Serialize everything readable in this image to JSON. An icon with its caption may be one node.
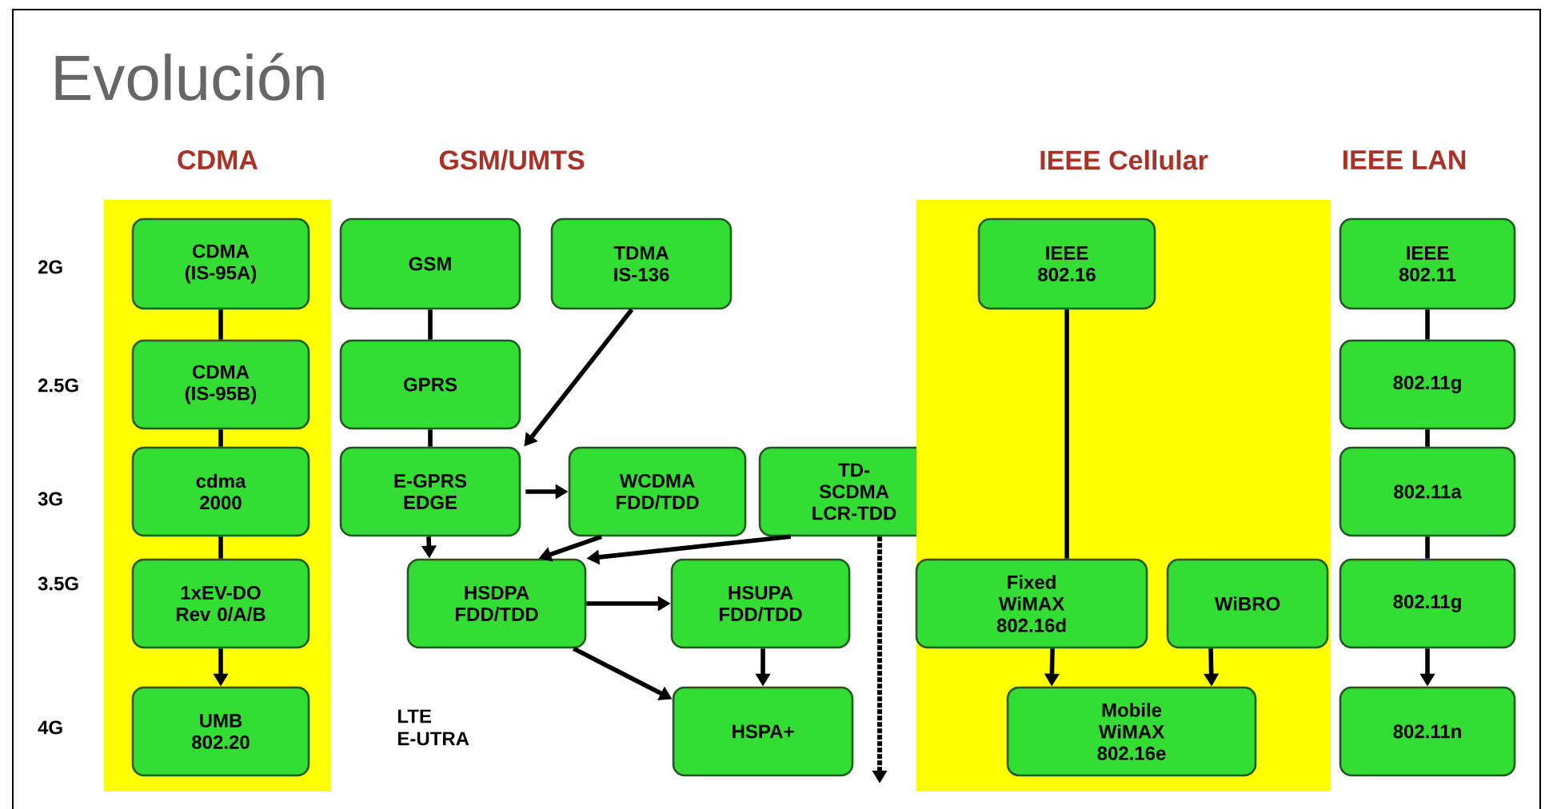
{
  "diagram": {
    "title": "Evolución",
    "nodes": [
      {
        "text": [
          "CDMA"
        ]
      },
      {
        "text": [
          "CDMA (IS-95A)"
        ],
        "in": 0
      },
      {
        "text": [
          "CDMA (IS-95B)"
        ],
        "in": 0
      },
      {
        "text": [
          "cdma 2000"
        ],
        "in": 0
      },
      {
        "text": [
          "1xEV-DO Rev 0/A/B"
        ],
        "in": 0
      },
      {
        "text": [
          "UMB 802.20"
        ],
        "in": 0
      },
      {
        "text": [
          "GSM"
        ]
      },
      {
        "text": [
          "TDMA IS-136"
        ]
      },
      {
        "text": [
          "GPRS"
        ]
      },
      {
        "text": [
          "E-GPRS EDGE"
        ]
      },
      {
        "text": [
          "WCDMA FDD/TDD"
        ]
      },
      {
        "text": [
          "TD-SCDMA LCR-TDD"
        ]
      },
      {
        "text": [
          "HSDPA FDD/TDD"
        ]
      },
      {
        "text": [
          "HSUPA FDD/TDD"
        ]
      },
      {
        "text": [
          "HSPA+"
        ]
      },
      {
        "text": [
          "IEEE Cellular"
        ]
      },
      {
        "text": [
          "IEEE 802.16"
        ],
        "in": 15
      },
      {
        "text": [
          "Fixed WiMAX 802.16d"
        ],
        "in": 15
      },
      {
        "text": [
          "WiBRO"
        ],
        "in": 15
      },
      {
        "text": [
          "Mobile WiMAX 802.16e"
        ],
        "in": 15
      },
      {
        "text": [
          "IEEE 802.11"
        ]
      },
      {
        "text": [
          "802.11g"
        ]
      },
      {
        "text": [
          "802.11a"
        ]
      },
      {
        "text": [
          "802.11g"
        ]
      },
      {
        "text": [
          "802.11n"
        ]
      }
    ],
    "edges": [
      {
        "from": 1,
        "to": 2,
        "arrow": "none"
      },
      {
        "from": 2,
        "to": 3,
        "arrow": "none"
      },
      {
        "from": 3,
        "to": 4,
        "arrow": "none"
      },
      {
        "from": 4,
        "to": 5,
        "arrow": "to"
      },
      {
        "from": 6,
        "to": 8,
        "arrow": "none"
      },
      {
        "from": 8,
        "to": 9,
        "arrow": "none"
      },
      {
        "from": 7,
        "to": 9,
        "arrow": "to"
      },
      {
        "from": 9,
        "to": 10,
        "arrow": "to"
      },
      {
        "from": 9,
        "to": 12,
        "arrow": "to"
      },
      {
        "from": 10,
        "to": 12,
        "arrow": "to"
      },
      {
        "from": 11,
        "to": 12,
        "arrow": "to"
      },
      {
        "from": 12,
        "to": 13,
        "arrow": "to"
      },
      {
        "from": 12,
        "to": 14,
        "arrow": "to"
      },
      {
        "from": 13,
        "to": 14,
        "arrow": "to"
      },
      {
        "from": 11,
        "to": null,
        "arrow": "to",
        "style": "dashed"
      },
      {
        "from": 16,
        "to": 17,
        "arrow": "none"
      },
      {
        "from": 17,
        "to": 19,
        "arrow": "to"
      },
      {
        "from": 18,
        "to": 19,
        "arrow": "to"
      },
      {
        "from": 20,
        "to": 21,
        "arrow": "none"
      },
      {
        "from": 21,
        "to": 22,
        "arrow": "none"
      },
      {
        "from": 22,
        "to": 23,
        "arrow": "none"
      },
      {
        "from": 23,
        "to": 24,
        "arrow": "to"
      }
    ],
    "labels": [
      "GSM/UMTS",
      "IEEE LAN",
      "2G",
      "2.5G",
      "3G",
      "3.5G",
      "4G",
      "LTE E-UTRA"
    ]
  }
}
